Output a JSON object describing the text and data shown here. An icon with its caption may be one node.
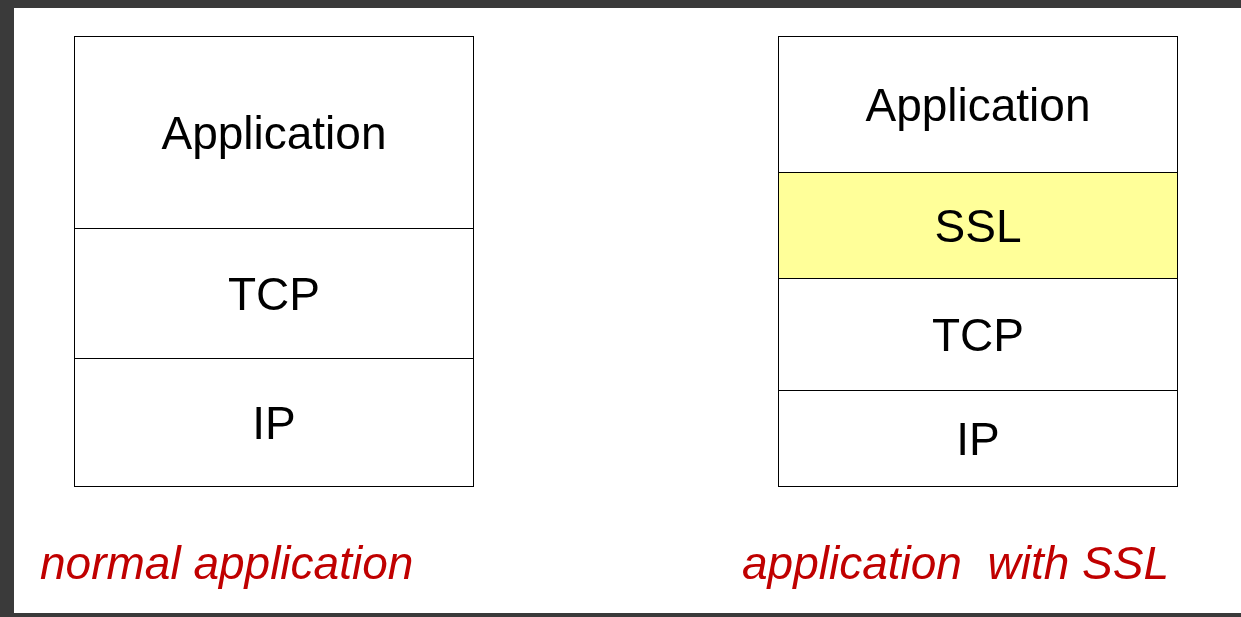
{
  "diagram": {
    "nodes": [
      {
        "text": [
          "Application"
        ]
      },
      {
        "text": [
          "TCP"
        ]
      },
      {
        "text": [
          "IP"
        ]
      },
      {
        "text": [
          "Application"
        ]
      },
      {
        "text": [
          "SSL"
        ]
      },
      {
        "text": [
          "TCP"
        ]
      },
      {
        "text": [
          "IP"
        ]
      }
    ],
    "labels": [
      "normal application",
      "application  with SSL"
    ]
  }
}
